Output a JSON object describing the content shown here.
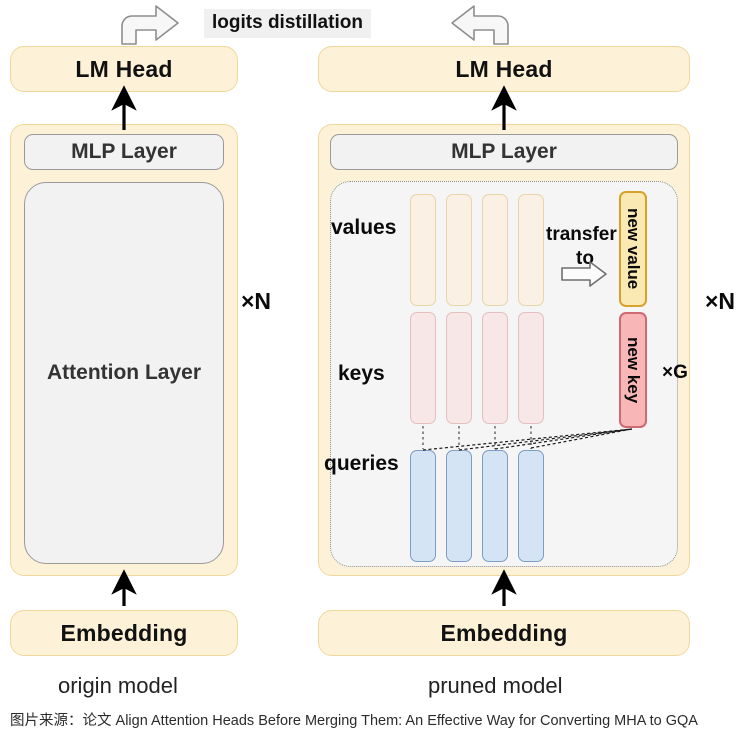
{
  "figure": {
    "distillation_label": "logits distillation",
    "caption": "图片来源：论文 Align Attention Heads Before Merging Them: An Effective Way for Converting MHA to GQA"
  },
  "colors": {
    "panel_fill": "#fdf2d7",
    "panel_border": "#f0d79b",
    "gray_fill": "#f2f2f2",
    "gray_border": "#9a9a9a",
    "value_fill": "#faf0e4",
    "value_border": "#e8d5a8",
    "key_fill": "#f7e7e6",
    "key_border": "#e3bfc0",
    "query_fill": "#d5e4f5",
    "query_border": "#7d9dc4",
    "new_value_fill": "#fbe9b4",
    "new_value_border": "#d6a22a",
    "new_key_fill": "#f8b6b6",
    "new_key_border": "#d06a72",
    "label_bg": "#f0f0f0"
  },
  "left_model": {
    "caption": "origin model",
    "lm_head": "LM Head",
    "mlp_layer": "MLP Layer",
    "attention_layer": "Attention Layer",
    "embedding": "Embedding",
    "repeat": "×N"
  },
  "right_model": {
    "caption": "pruned model",
    "lm_head": "LM Head",
    "mlp_layer": "MLP Layer",
    "embedding": "Embedding",
    "repeat": "×N",
    "group_repeat": "×G",
    "transfer_line1": "transfer",
    "transfer_line2": "to",
    "rows": [
      {
        "label": "values",
        "count": 4,
        "kind": "value"
      },
      {
        "label": "keys",
        "count": 4,
        "kind": "key"
      },
      {
        "label": "queries",
        "count": 4,
        "kind": "query"
      }
    ],
    "new_value": "new value",
    "new_key": "new key"
  }
}
